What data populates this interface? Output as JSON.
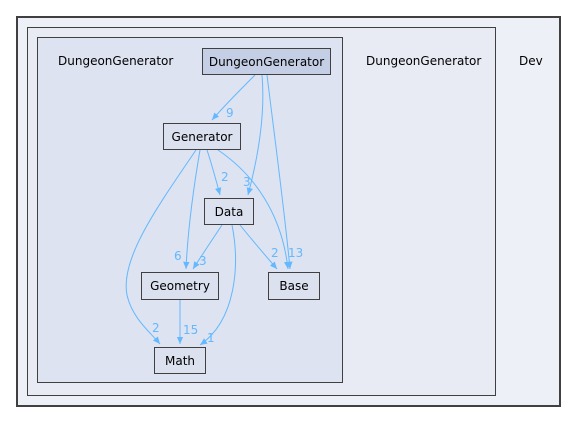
{
  "clusters": {
    "dev": "Dev",
    "dungeon_outer": "DungeonGenerator",
    "dungeon_inner": "DungeonGenerator"
  },
  "nodes": {
    "dungeon_generator": "DungeonGenerator",
    "generator": "Generator",
    "data": "Data",
    "geometry": "Geometry",
    "base": "Base",
    "math": "Math"
  },
  "edges": {
    "dg_generator": "9",
    "dg_data": "3",
    "generator_data": "2",
    "generator_geometry": "6",
    "data_geometry": "3",
    "data_base": "2",
    "generator_base": "13",
    "geometry_math": "15",
    "generator_math": "2",
    "data_math": "1"
  },
  "colors": {
    "edge": "#63b8ff",
    "node_border": "#404040",
    "node_fill": "#dbe1ee"
  }
}
